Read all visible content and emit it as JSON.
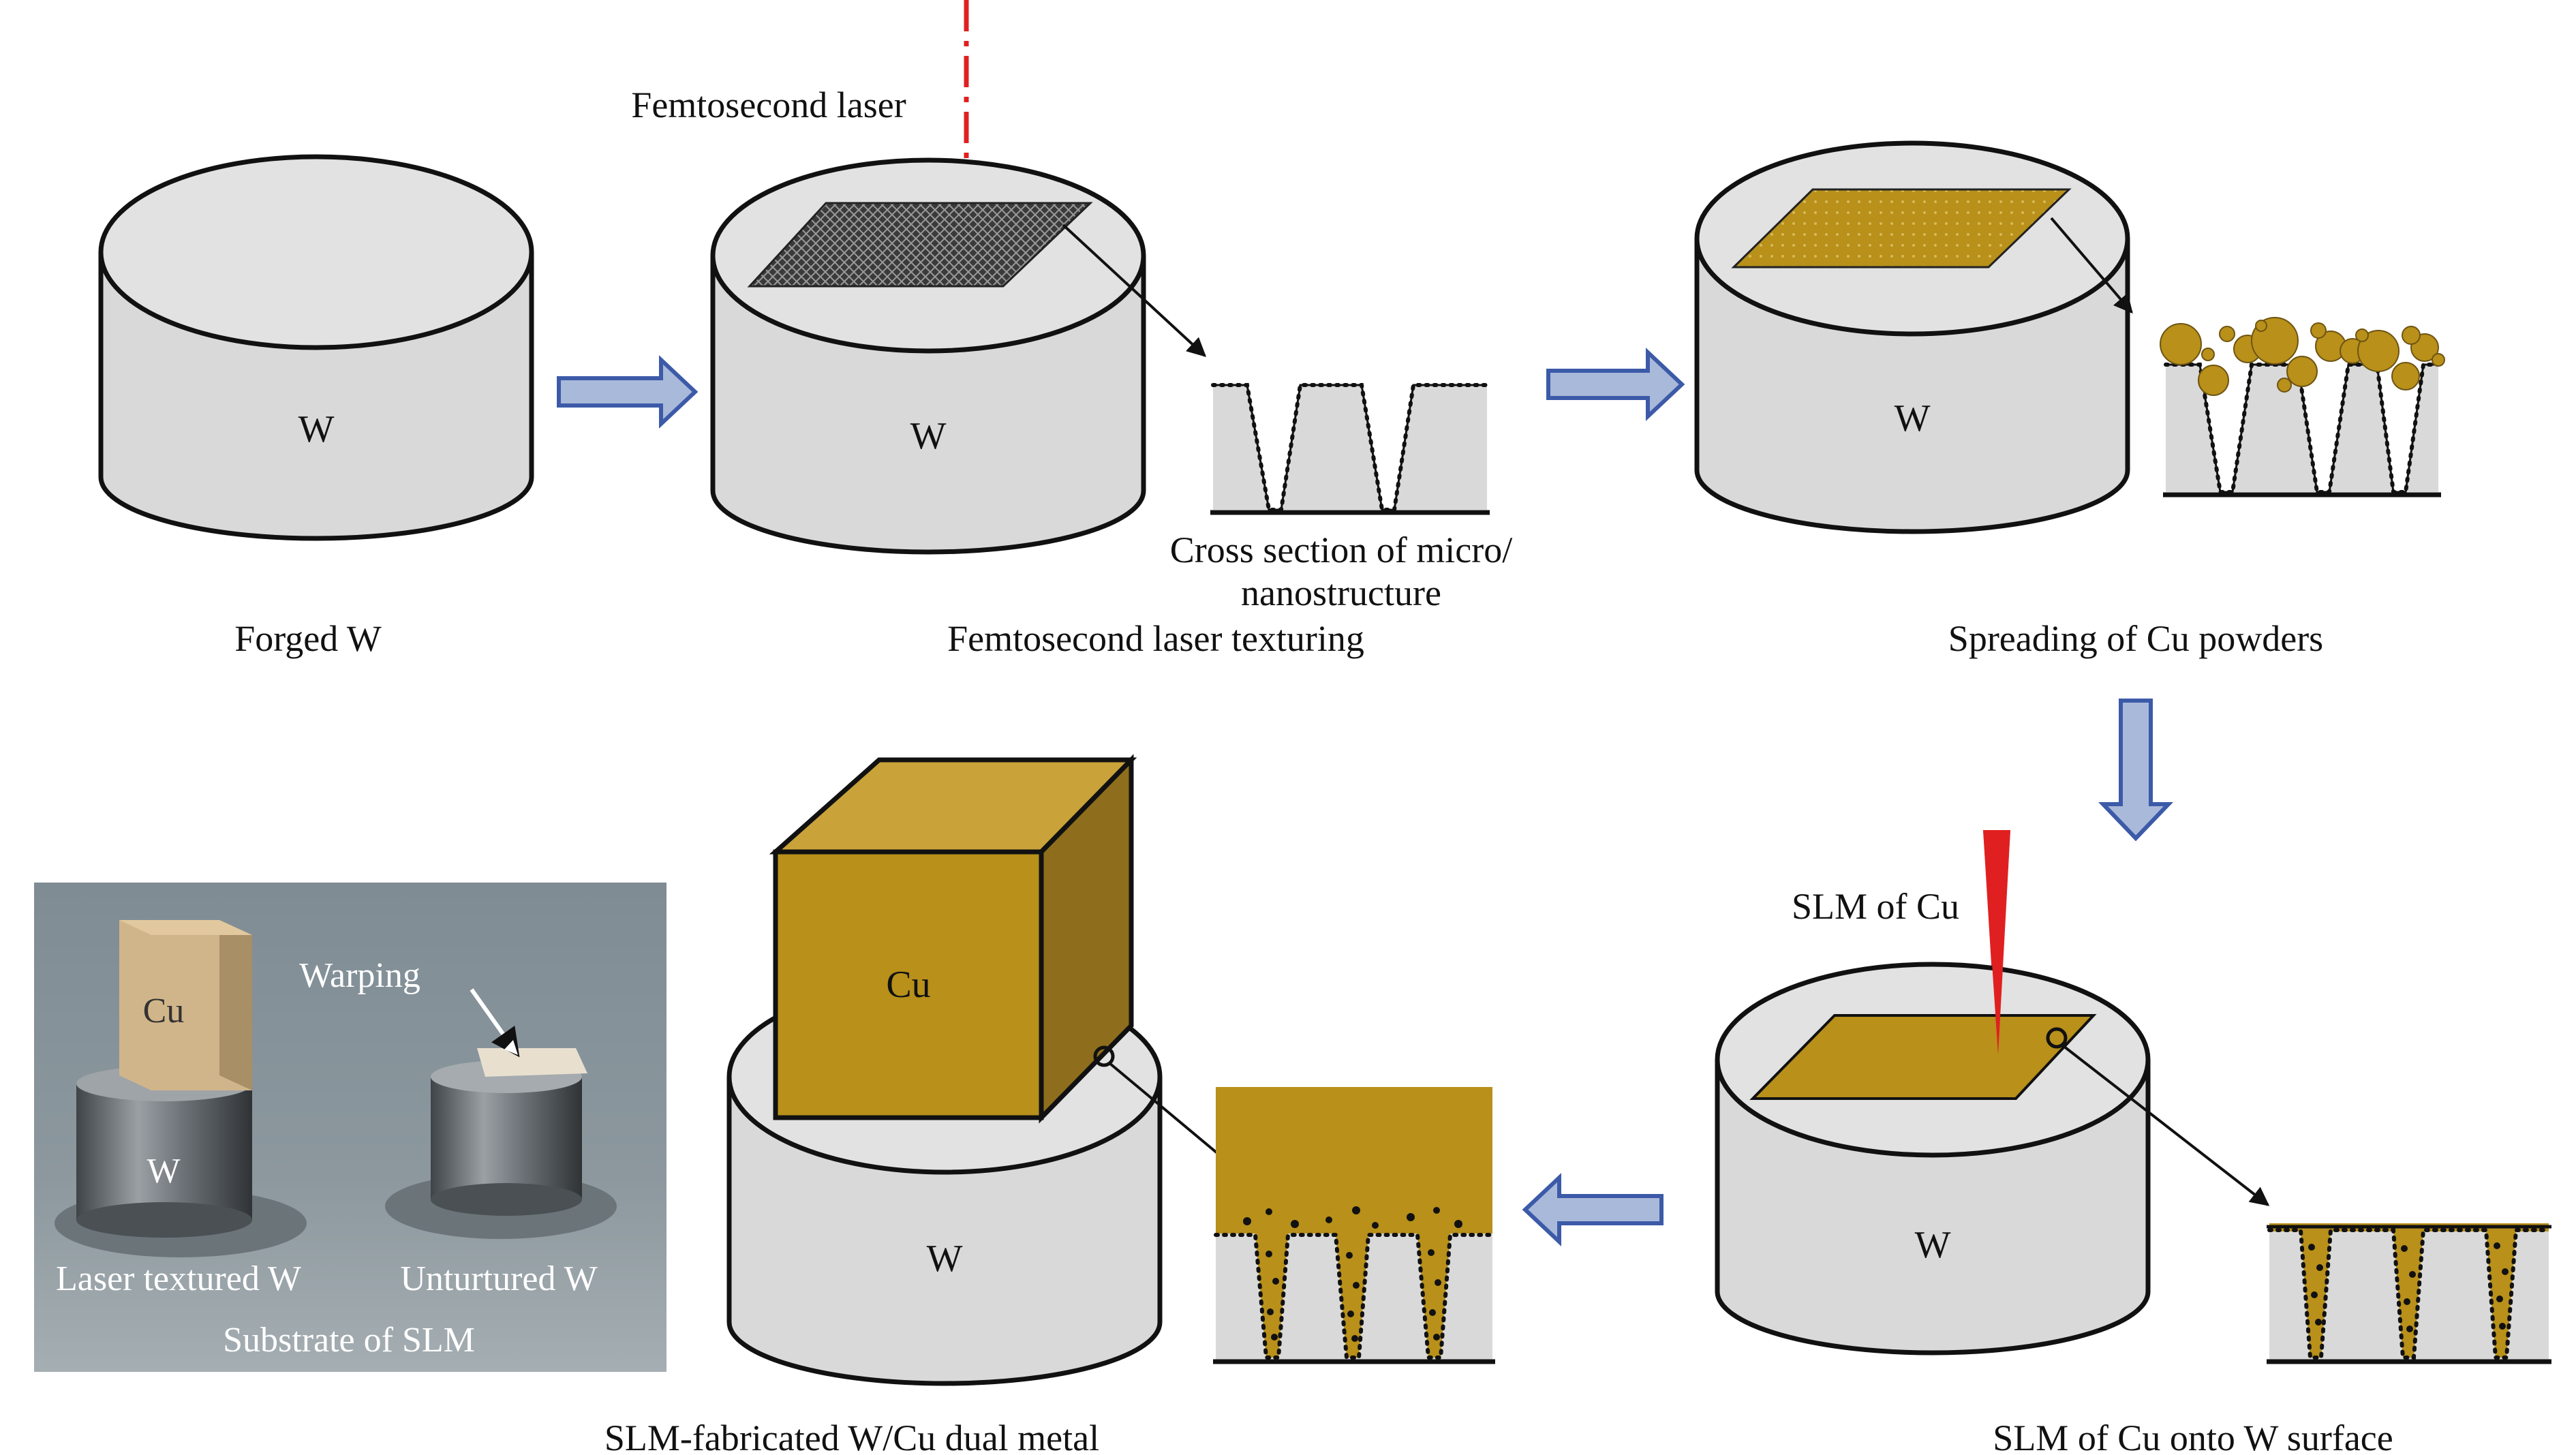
{
  "labels": {
    "femtosecond_laser": "Femtosecond laser",
    "cross_section_line1": "Cross section of micro/",
    "cross_section_line2": "nanostructure",
    "w": "W",
    "cu": "Cu",
    "slm_of_cu": "SLM of Cu"
  },
  "steps": {
    "forged": "Forged W",
    "texturing": "Femtosecond laser texturing",
    "spreading": "Spreading of Cu powders",
    "slm_onto": "SLM of Cu onto W surface",
    "fabricated": "SLM-fabricated  W/Cu dual metal"
  },
  "photo": {
    "cu": "Cu",
    "w": "W",
    "warping": "Warping",
    "laser_textured": "Laser textured W",
    "untextured": "Unturtured W",
    "substrate": "Substrate of SLM"
  },
  "colors": {
    "cylinder": "#d9d9d9",
    "copper": "#b8901a",
    "copper_light": "#c9a33a",
    "copper_dark": "#8e6e1c",
    "arrow_fill": "#a9b9d9",
    "arrow_stroke": "#3c5aa8",
    "laser": "#e02020"
  }
}
